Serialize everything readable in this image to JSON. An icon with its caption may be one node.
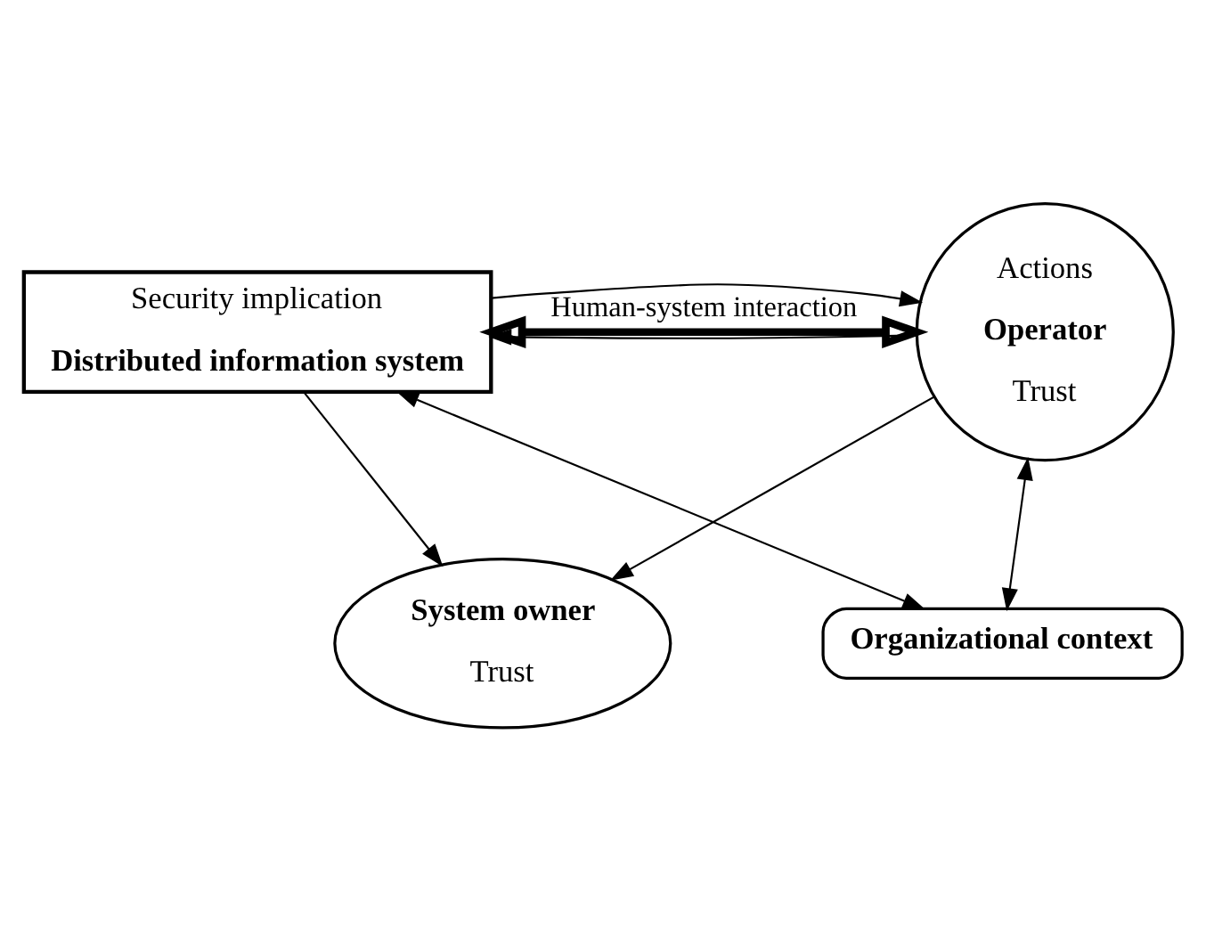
{
  "diagram": {
    "nodes": [
      {
        "text": [
          "System owner",
          "Trust"
        ]
      },
      {
        "text": [
          "Security implication",
          "Distributed information system"
        ]
      },
      {
        "text": [
          "Actions",
          "Operator",
          "Trust"
        ]
      },
      {
        "text": [
          "Organizational context"
        ]
      }
    ],
    "edges": [
      {
        "from": 1,
        "to": 0,
        "arrow": "to"
      },
      {
        "from": 2,
        "to": 0,
        "arrow": "to"
      },
      {
        "from": 2,
        "to": 1,
        "arrow": "to"
      },
      {
        "from": 1,
        "to": 2,
        "arrow": "both",
        "label": "Human-system interaction",
        "style": "thick"
      },
      {
        "from": 1,
        "to": 2,
        "arrow": "to"
      },
      {
        "from": 1,
        "to": 3,
        "arrow": "both"
      },
      {
        "from": 3,
        "to": 2,
        "arrow": "both"
      }
    ]
  }
}
